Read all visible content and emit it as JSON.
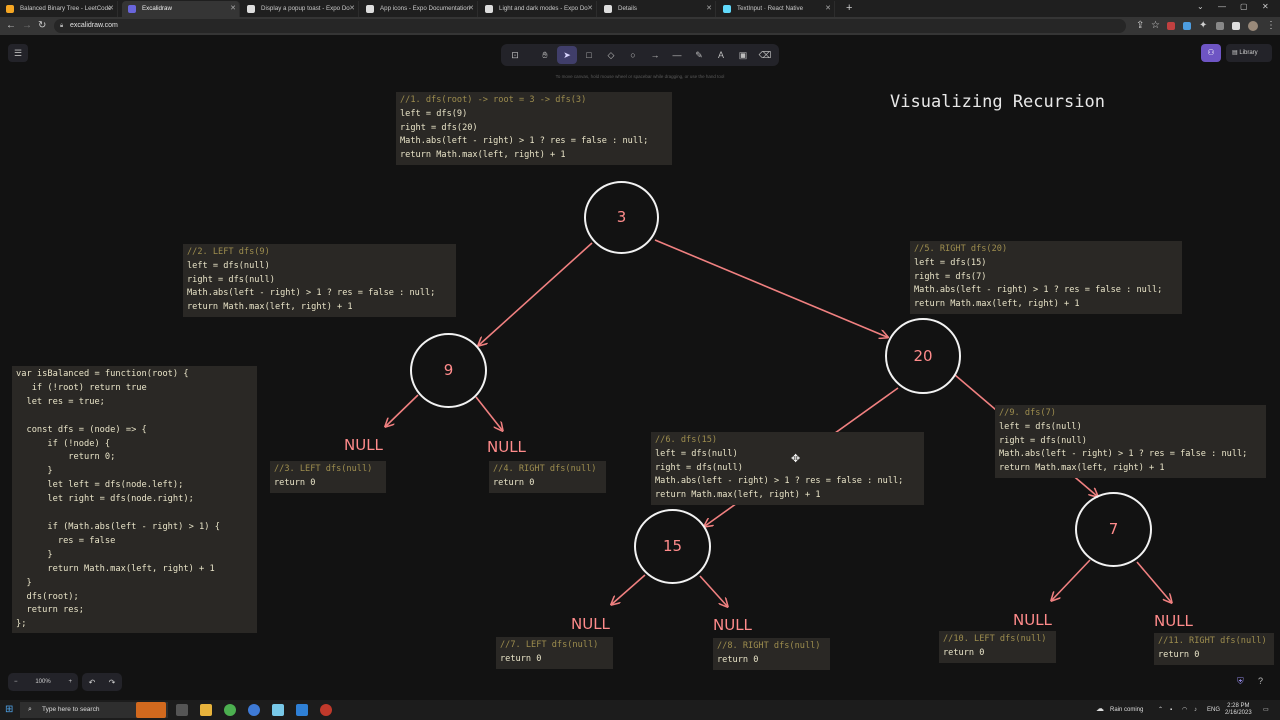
{
  "browser": {
    "tabs": [
      {
        "label": "Balanced Binary Tree - LeetCode",
        "color": "#f5a623"
      },
      {
        "label": "Excalidraw",
        "color": "#6965db"
      },
      {
        "label": "Display a popup toast - Expo Do",
        "color": "#dddddd"
      },
      {
        "label": "App icons - Expo Documentation",
        "color": "#dddddd"
      },
      {
        "label": "Light and dark modes - Expo Do",
        "color": "#dddddd"
      },
      {
        "label": "Details",
        "color": "#dddddd"
      },
      {
        "label": "TextInput · React Native",
        "color": "#61dafb"
      }
    ],
    "url": "excalidraw.com"
  },
  "excalidraw": {
    "hint": "To move canvas, hold mouse wheel or spacebar while dragging, or use the hand tool",
    "library_label": "Library",
    "zoom": "100%",
    "tools": [
      "lock-icon",
      "hand-icon",
      "pointer-icon",
      "rectangle-icon",
      "diamond-icon",
      "ellipse-icon",
      "arrow-icon",
      "line-icon",
      "pencil-icon",
      "text-icon",
      "image-icon",
      "eraser-icon"
    ]
  },
  "drawing": {
    "title": "Visualizing Recursion",
    "nodes": {
      "n3": "3",
      "n9": "9",
      "n20": "20",
      "n15": "15",
      "n7": "7"
    },
    "null_label": "NULL",
    "blocks": {
      "b1": [
        "//1. dfs(root) -> root = 3 -> dfs(3)",
        "left = dfs(9)",
        "right = dfs(20)",
        "Math.abs(left - right) > 1 ? res = false : null;",
        "return Math.max(left, right) + 1"
      ],
      "b2": [
        "//2. LEFT dfs(9)",
        "left = dfs(null)",
        "right = dfs(null)",
        "Math.abs(left - right) > 1 ? res = false : null;",
        "return Math.max(left, right) + 1"
      ],
      "b3": [
        "//3. LEFT dfs(null)",
        "return 0"
      ],
      "b4": [
        "//4. RIGHT dfs(null)",
        "return 0"
      ],
      "b5": [
        "//5. RIGHT dfs(20)",
        "left = dfs(15)",
        "right = dfs(7)",
        "Math.abs(left - right) > 1 ? res = false : null;",
        "return Math.max(left, right) + 1"
      ],
      "b6": [
        "//6. dfs(15)",
        "left = dfs(null)",
        "right = dfs(null)",
        "Math.abs(left - right) > 1 ? res = false : null;",
        "return Math.max(left, right) + 1"
      ],
      "b7": [
        "//7. LEFT dfs(null)",
        "return 0"
      ],
      "b8": [
        "//8. RIGHT dfs(null)",
        "return 0"
      ],
      "b9": [
        "//9. dfs(7)",
        "left = dfs(null)",
        "right = dfs(null)",
        "Math.abs(left - right) > 1 ? res = false : null;",
        "return Math.max(left, right) + 1"
      ],
      "b10": [
        "//10. LEFT dfs(null)",
        "return 0"
      ],
      "b11": [
        "//11. RIGHT dfs(null)",
        "return 0"
      ]
    },
    "main_code": [
      "var isBalanced = function(root) {",
      "   if (!root) return true",
      "  let res = true;",
      "",
      "  const dfs = (node) => {",
      "      if (!node) {",
      "          return 0;",
      "      }",
      "      let left = dfs(node.left);",
      "      let right = dfs(node.right);",
      "",
      "      if (Math.abs(left - right) > 1) {",
      "        res = false",
      "      }",
      "      return Math.max(left, right) + 1",
      "  }",
      "  dfs(root);",
      "  return res;",
      "};"
    ]
  },
  "taskbar": {
    "search_placeholder": "Type here to search",
    "weather": "Rain coming",
    "lang": "ENG",
    "time": "2:28 PM",
    "date": "2/16/2023"
  }
}
